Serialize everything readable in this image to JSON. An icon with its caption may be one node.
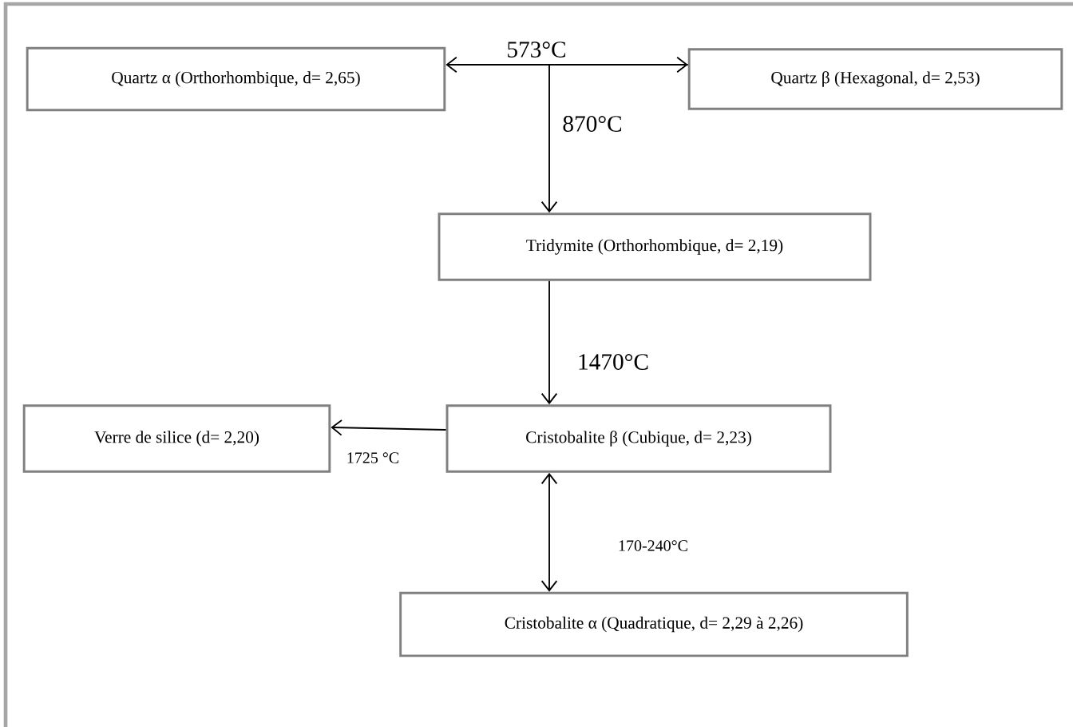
{
  "diagram": {
    "nodes": [
      {
        "text": [
          "Quartz α (Orthorhombique, d= 2,65)"
        ]
      },
      {
        "text": [
          "Quartz β (Hexagonal, d= 2,53)"
        ]
      },
      {
        "text": [
          "Tridymite (Orthorhombique, d= 2,19)"
        ]
      },
      {
        "text": [
          "Verre de silice (d= 2,20)"
        ]
      },
      {
        "text": [
          "Cristobalite β (Cubique, d= 2,23)"
        ]
      },
      {
        "text": [
          "Cristobalite α (Quadratique, d= 2,29 à 2,26)"
        ]
      }
    ],
    "edges": [
      {
        "from": 0,
        "to": 1,
        "arrow": "both",
        "label": "573°C"
      },
      {
        "from": 1,
        "to": 2,
        "arrow": "to",
        "label": "870°C"
      },
      {
        "from": 2,
        "to": 4,
        "arrow": "to",
        "label": "1470°C"
      },
      {
        "from": 4,
        "to": 3,
        "arrow": "to",
        "label": "1725 °C"
      },
      {
        "from": 4,
        "to": 5,
        "arrow": "both",
        "label": "170-240°C"
      }
    ]
  }
}
